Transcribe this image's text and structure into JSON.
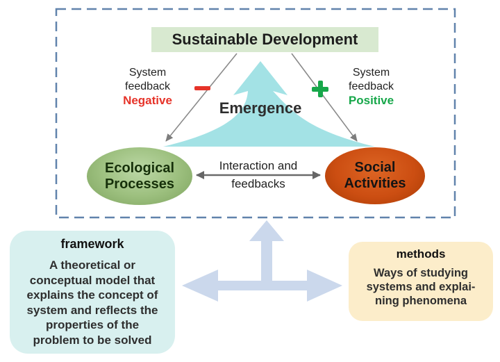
{
  "colors": {
    "dashed_border": "#6183ac",
    "sd_box_bg": "#d8e9d0",
    "cyan_arrow": "#a3e2e5",
    "negative_red": "#e63329",
    "positive_green": "#17a74a",
    "eco_ellipse_green": "#9dc07f",
    "eco_text": "#16300a",
    "social_ellipse_orange": "#cc4e12",
    "framework_bg": "#d8f0ef",
    "methods_bg": "#fcedca",
    "big_arrow_blue": "#cbd8ec",
    "gray_line": "#8a8a8a"
  },
  "icons": {
    "negative_sign": "−",
    "positive_sign": "+"
  },
  "diagram": {
    "title": "Sustainable Development",
    "emergence_label": "Emergence",
    "negative_feedback": {
      "line1": "System",
      "line2": "feedback",
      "line3": "Negative"
    },
    "positive_feedback": {
      "line1": "System",
      "line2": "feedback",
      "line3": "Positive"
    },
    "ecological_node": {
      "line1": "Ecological",
      "line2": "Processes"
    },
    "social_node": {
      "line1": "Social",
      "line2": "Activities"
    },
    "interaction_label": {
      "line1": "Interaction and",
      "line2": "feedbacks"
    }
  },
  "framework_box": {
    "title": "framework",
    "lines": [
      "A theoretical or",
      "conceptual model that",
      "explains the concept of",
      "system and reflects the",
      "properties of the",
      "problem to be solved"
    ]
  },
  "methods_box": {
    "title": "methods",
    "lines": [
      "Ways of studying",
      "systems and explai-",
      "ning phenomena"
    ]
  }
}
